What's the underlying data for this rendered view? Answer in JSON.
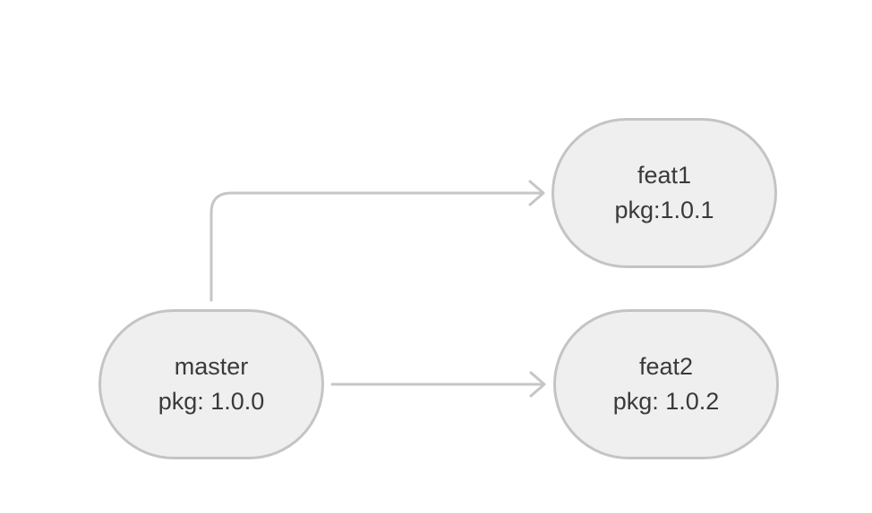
{
  "diagram": {
    "nodes": [
      {
        "id": "master",
        "name": "master",
        "version": "pkg: 1.0.0"
      },
      {
        "id": "feat1",
        "name": "feat1",
        "version": "pkg:1.0.1"
      },
      {
        "id": "feat2",
        "name": "feat2",
        "version": "pkg: 1.0.2"
      }
    ],
    "edges": [
      {
        "from": "master",
        "to": "feat1"
      },
      {
        "from": "master",
        "to": "feat2"
      }
    ],
    "colors": {
      "node_fill": "#efefef",
      "node_border": "#c4c4c4",
      "edge": "#c6c6c6",
      "text": "#3a3a3a",
      "background": "#ffffff"
    }
  }
}
